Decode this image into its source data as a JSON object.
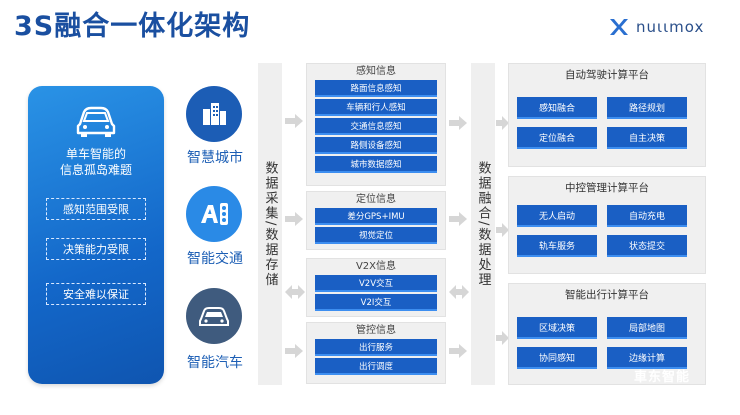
{
  "header": {
    "title": "3S融合一体化架构",
    "logo_text": "nuιιmox",
    "logo_icon": "x-cross-logo-icon"
  },
  "left_panel": {
    "icon": "car-icon",
    "caption_line1": "单车智能的",
    "caption_line2": "信息孤岛难题",
    "issues": [
      "感知范围受限",
      "决策能力受限",
      "安全难以保证"
    ]
  },
  "scenarios": [
    {
      "label": "智慧城市",
      "icon": "city-buildings-icon",
      "color": "#1c5db5"
    },
    {
      "label": "智能交通",
      "icon": "traffic-light-icon",
      "color": "#2a8ae6"
    },
    {
      "label": "智能汽车",
      "icon": "car-icon",
      "color": "#3f5b7e"
    }
  ],
  "columns": {
    "collect": "数据采集/数据存储",
    "fusion": "数据融合/数据处理"
  },
  "groups": [
    {
      "title": "感知信息",
      "items": [
        "路面信息感知",
        "车辆和行人感知",
        "交通信息感知",
        "路侧设备感知",
        "城市数据感知"
      ]
    },
    {
      "title": "定位信息",
      "items": [
        "差分GPS+IMU",
        "视觉定位"
      ]
    },
    {
      "title": "V2X信息",
      "items": [
        "V2V交互",
        "V2I交互"
      ]
    },
    {
      "title": "管控信息",
      "items": [
        "出行服务",
        "出行调度"
      ]
    }
  ],
  "platforms": [
    {
      "title": "自动驾驶计算平台",
      "buttons": [
        "感知融合",
        "路径规划",
        "定位融合",
        "自主决策"
      ]
    },
    {
      "title": "中控管理计算平台",
      "buttons": [
        "无人启动",
        "自动充电",
        "轨车服务",
        "状态提交"
      ]
    },
    {
      "title": "智能出行计算平台",
      "buttons": [
        "区域决策",
        "局部地图",
        "协同感知",
        "边缘计算"
      ]
    }
  ],
  "watermark": "車东智能",
  "colors": {
    "accent": "#1a5fc4",
    "title": "#1a4fa0"
  }
}
